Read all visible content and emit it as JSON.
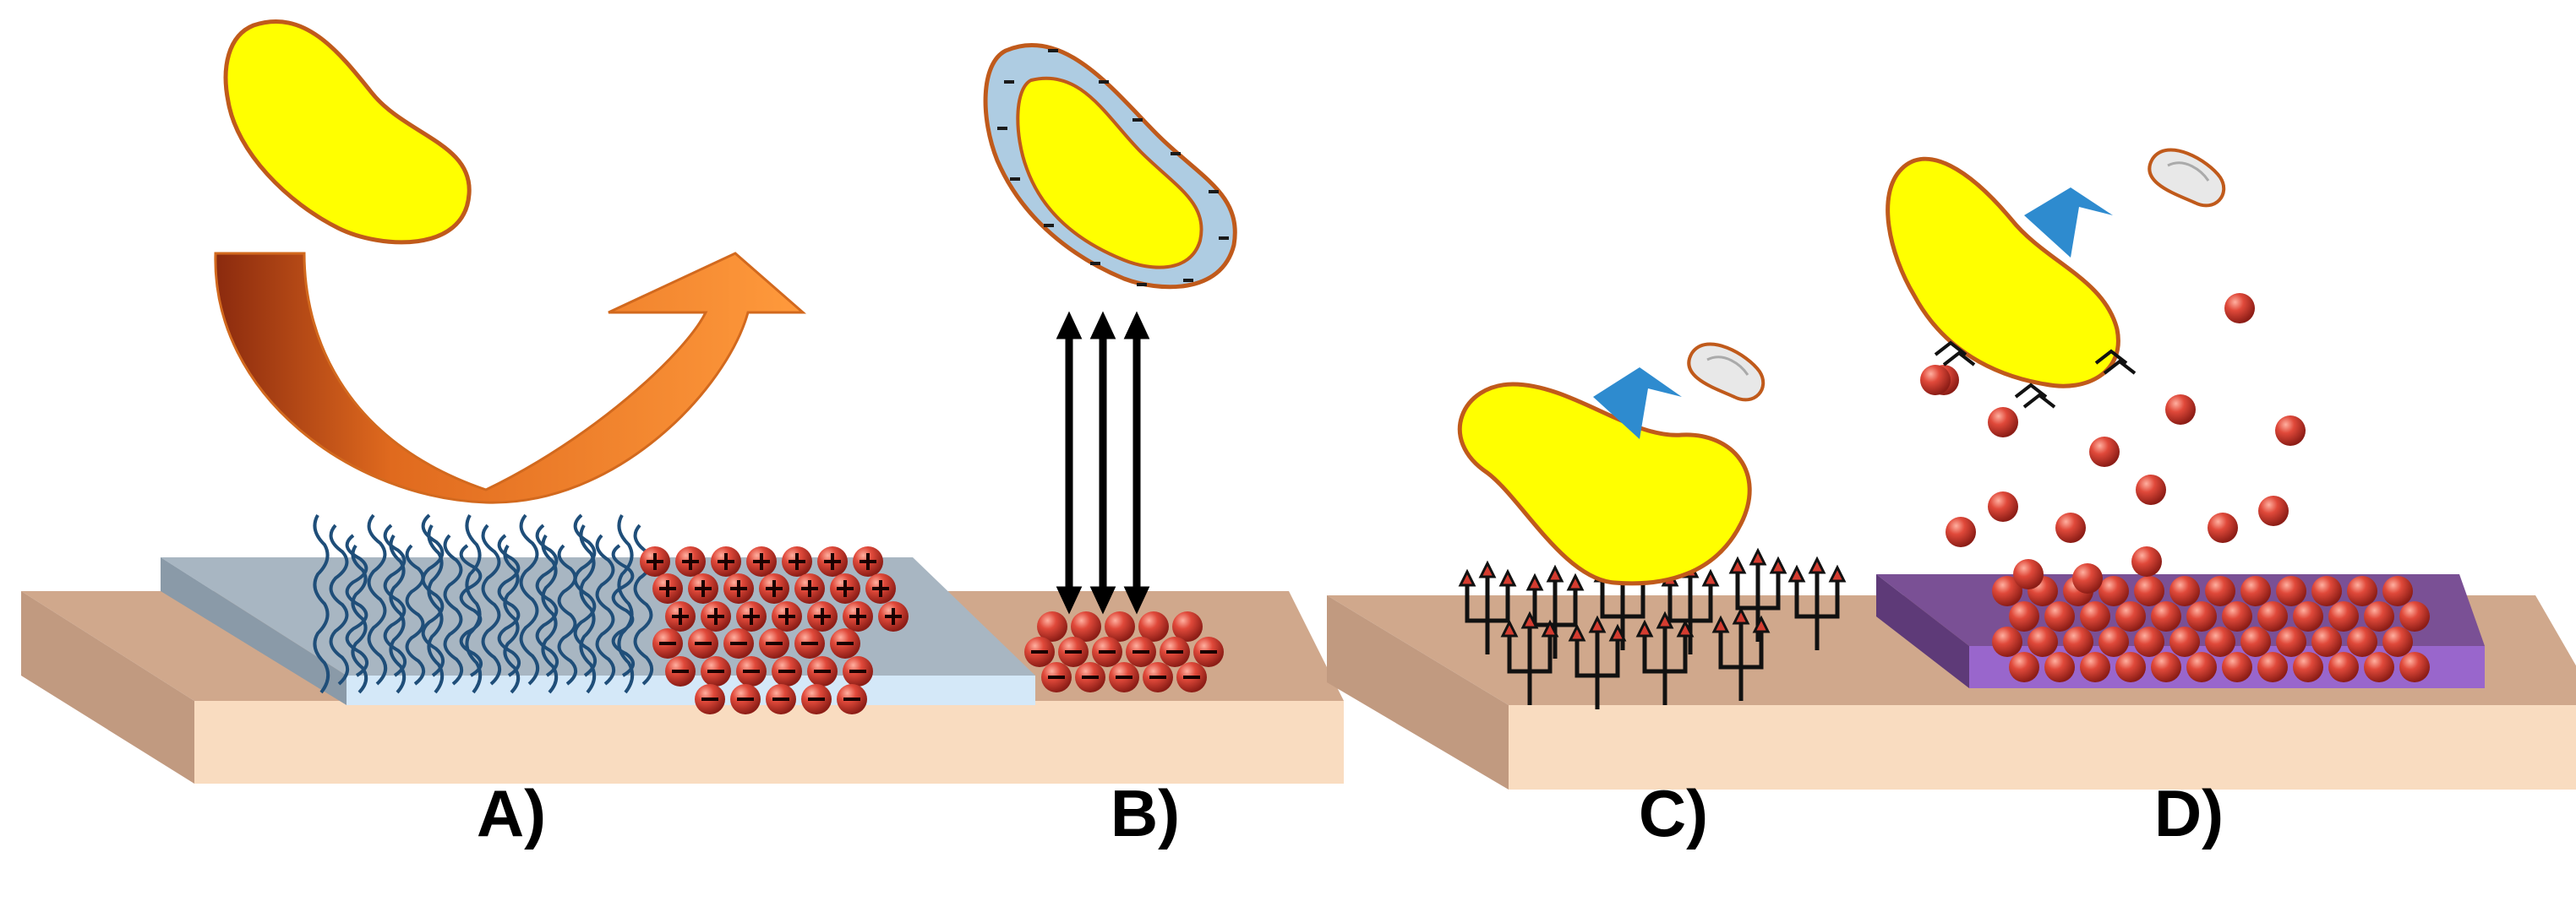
{
  "colors": {
    "bacterium_fill": "#ffff00",
    "bacterium_stroke": "#c05a1b",
    "capsule_fill": "#aecce2",
    "platform_top": "#d0a88c",
    "platform_front": "#f9dcc0",
    "platform_side": "#c19a80",
    "coating_top": "#a8b6c2",
    "coating_front": "#d4e8f8",
    "nanoparticle": "#d43c30",
    "polymer_brush": "#1f4e79",
    "repulsion_arrow": "#e8701e",
    "enzyme": "#2e8bcf",
    "purple_matrix_top": "#7a5095",
    "purple_matrix_front": "#9966cc"
  },
  "panels": [
    {
      "id": "A",
      "label": "A)"
    },
    {
      "id": "B",
      "label": "B)"
    },
    {
      "id": "C",
      "label": "C)"
    },
    {
      "id": "D",
      "label": "D)"
    }
  ],
  "icons": {
    "repulsion": "curved-arrow-icon",
    "attraction": "triple-double-arrow-icon",
    "enzyme": "enzyme-chevron-icon",
    "debris": "lysed-bacterium-icon"
  }
}
